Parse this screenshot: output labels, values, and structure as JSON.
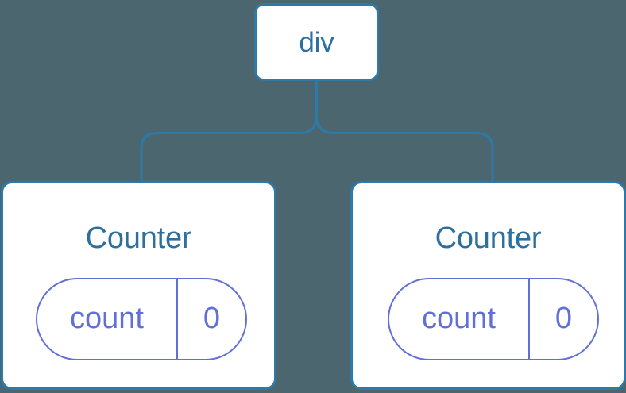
{
  "diagram": {
    "type": "component-tree",
    "background_color": "#4c6670",
    "node_border_color": "#2d79a8",
    "node_title_color": "#2d6f9e",
    "state_color": "#6070d8",
    "connector_color": "#2d79a8",
    "root": {
      "label": "div"
    },
    "children": [
      {
        "label": "Counter",
        "state": {
          "key": "count",
          "value": "0"
        }
      },
      {
        "label": "Counter",
        "state": {
          "key": "count",
          "value": "0"
        }
      }
    ]
  }
}
